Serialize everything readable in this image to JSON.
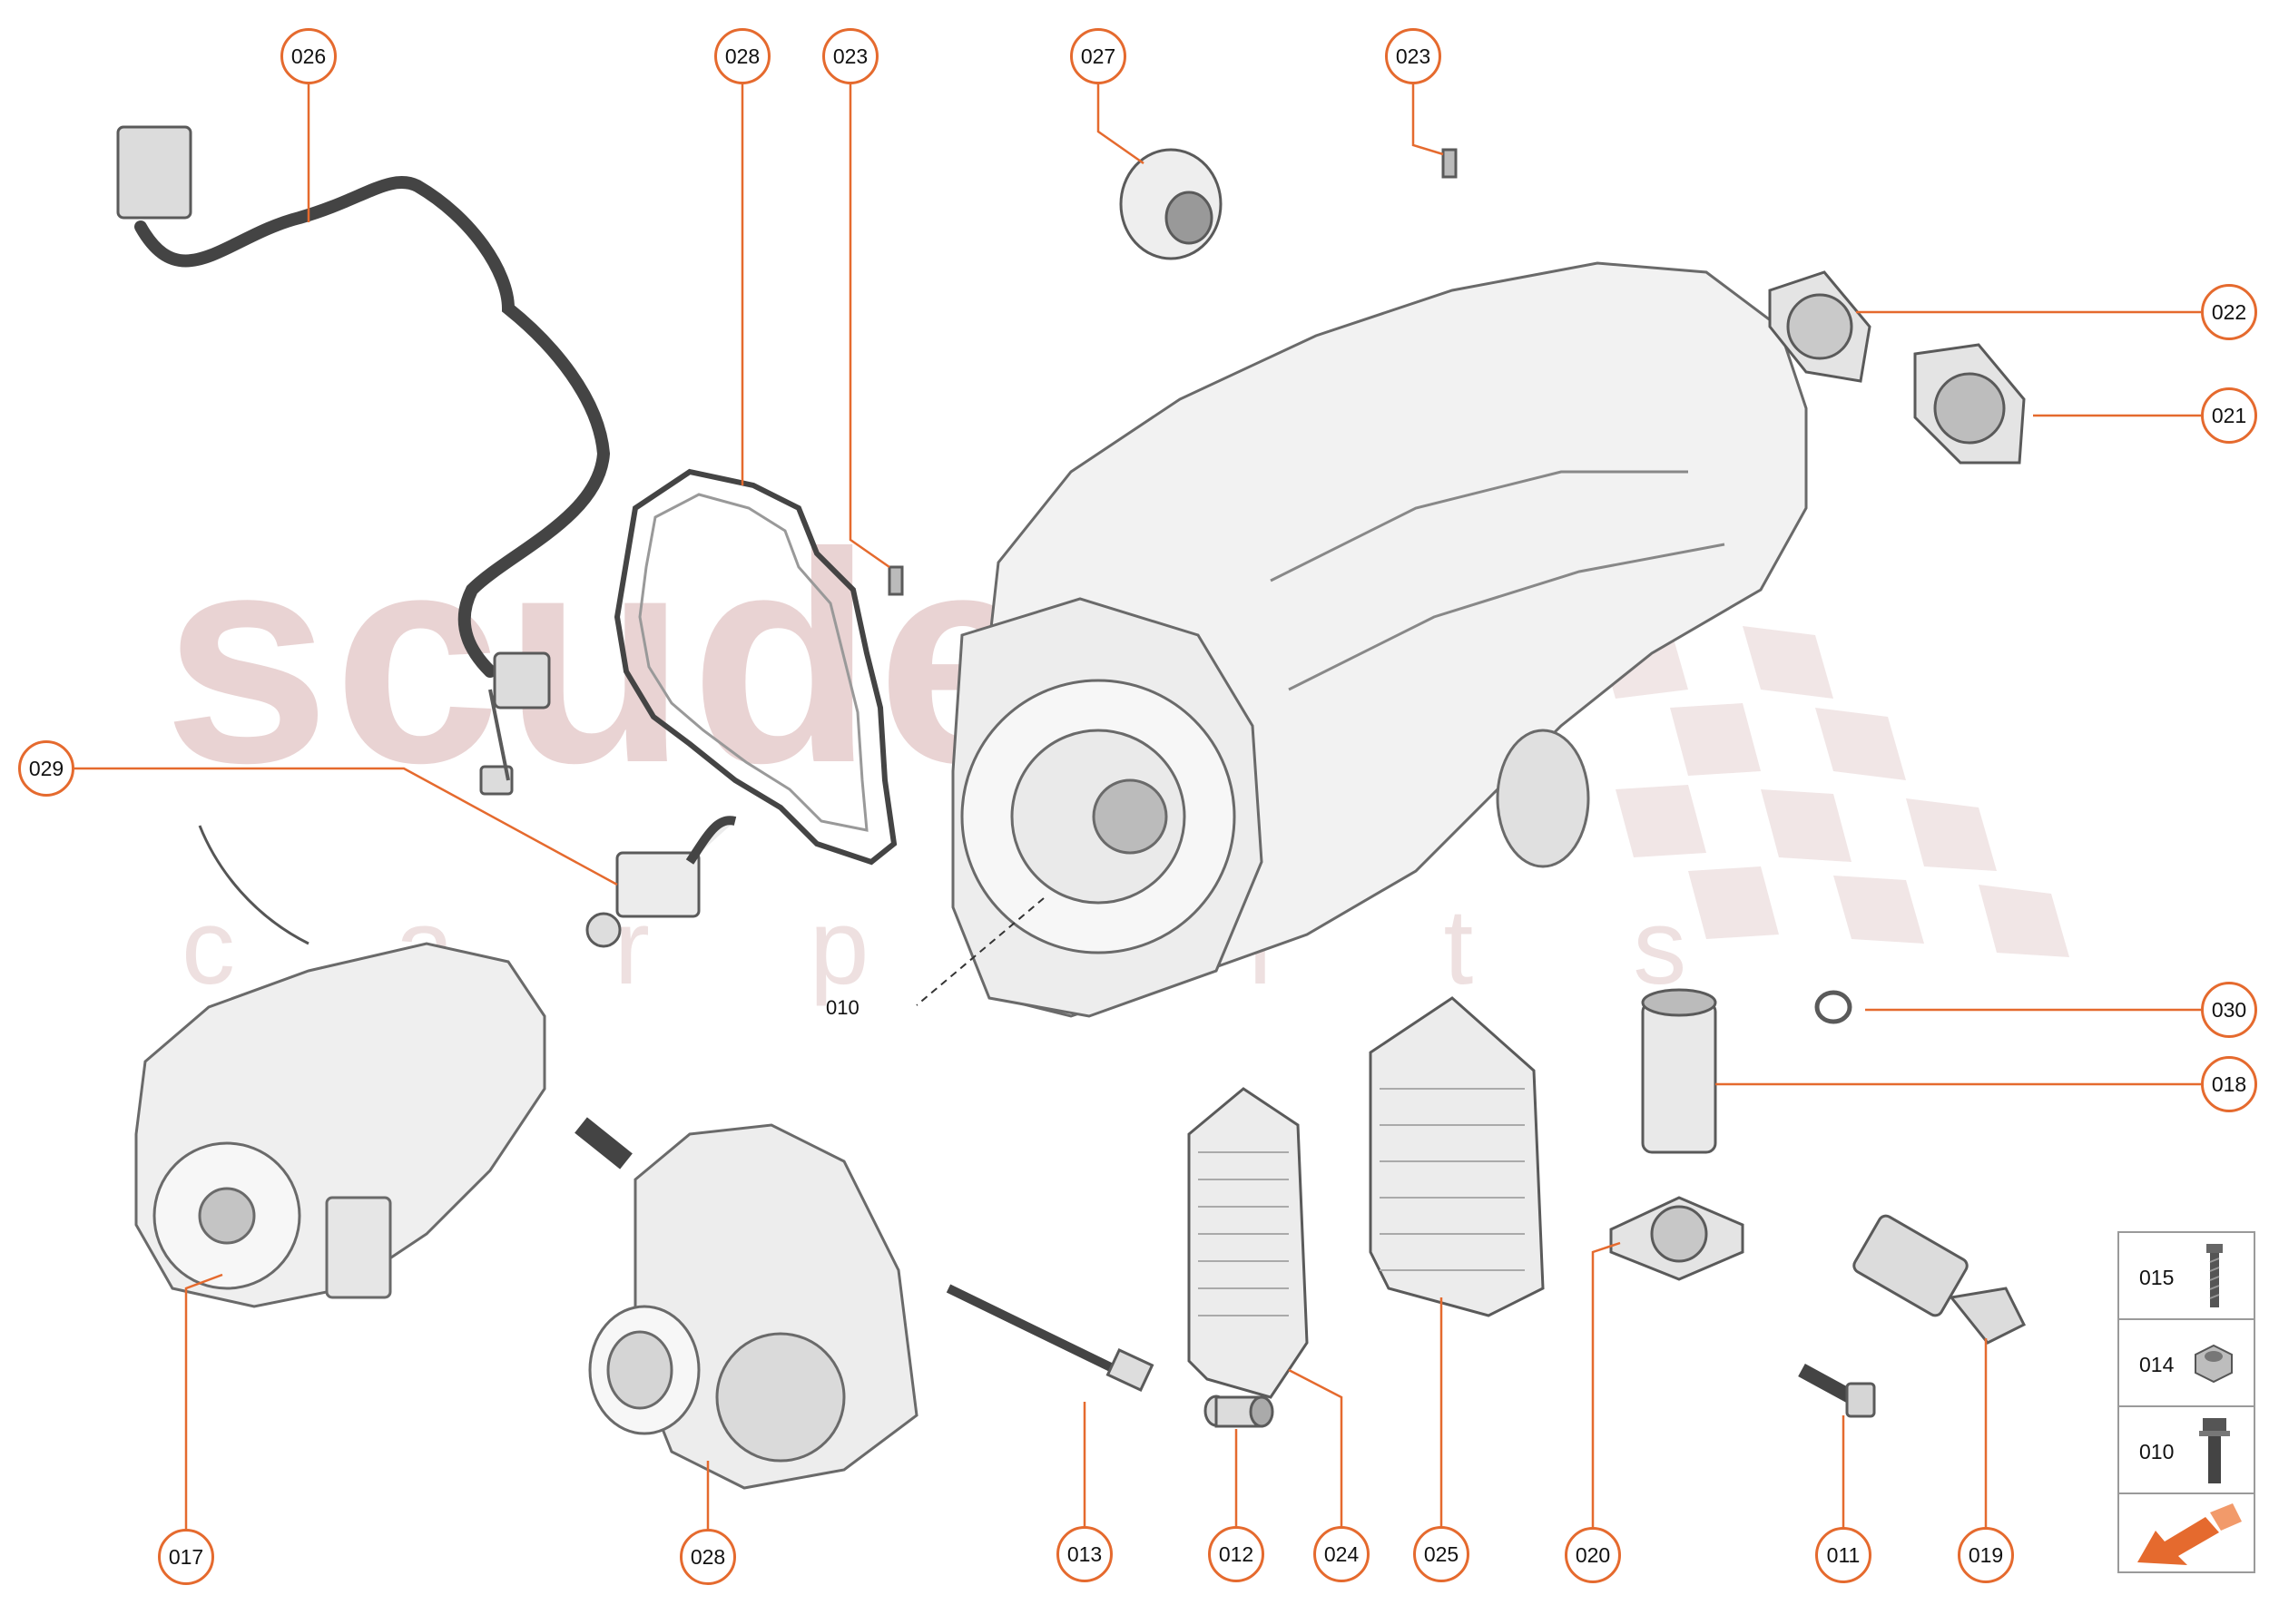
{
  "watermark": {
    "main": "scuderia",
    "sub": "carparts"
  },
  "callouts": [
    {
      "id": "026",
      "label": "026"
    },
    {
      "id": "028-top",
      "label": "028"
    },
    {
      "id": "023-left",
      "label": "023"
    },
    {
      "id": "027",
      "label": "027"
    },
    {
      "id": "023-right",
      "label": "023"
    },
    {
      "id": "022",
      "label": "022"
    },
    {
      "id": "021",
      "label": "021"
    },
    {
      "id": "029",
      "label": "029"
    },
    {
      "id": "030",
      "label": "030"
    },
    {
      "id": "018",
      "label": "018"
    },
    {
      "id": "017",
      "label": "017"
    },
    {
      "id": "028-bottom",
      "label": "028"
    },
    {
      "id": "013",
      "label": "013"
    },
    {
      "id": "012",
      "label": "012"
    },
    {
      "id": "024",
      "label": "024"
    },
    {
      "id": "025",
      "label": "025"
    },
    {
      "id": "020",
      "label": "020"
    },
    {
      "id": "011",
      "label": "011"
    },
    {
      "id": "019",
      "label": "019"
    }
  ],
  "label_010": "010",
  "legend": {
    "items": [
      {
        "code": "015",
        "icon": "bolt-icon"
      },
      {
        "code": "014",
        "icon": "nut-icon"
      },
      {
        "code": "010",
        "icon": "flange-bolt-icon"
      }
    ],
    "nav_icon": "arrow-down-left-icon"
  },
  "colors": {
    "accent": "#e56a2e",
    "watermark": "#e9d3d3",
    "line_art": "#555555"
  }
}
